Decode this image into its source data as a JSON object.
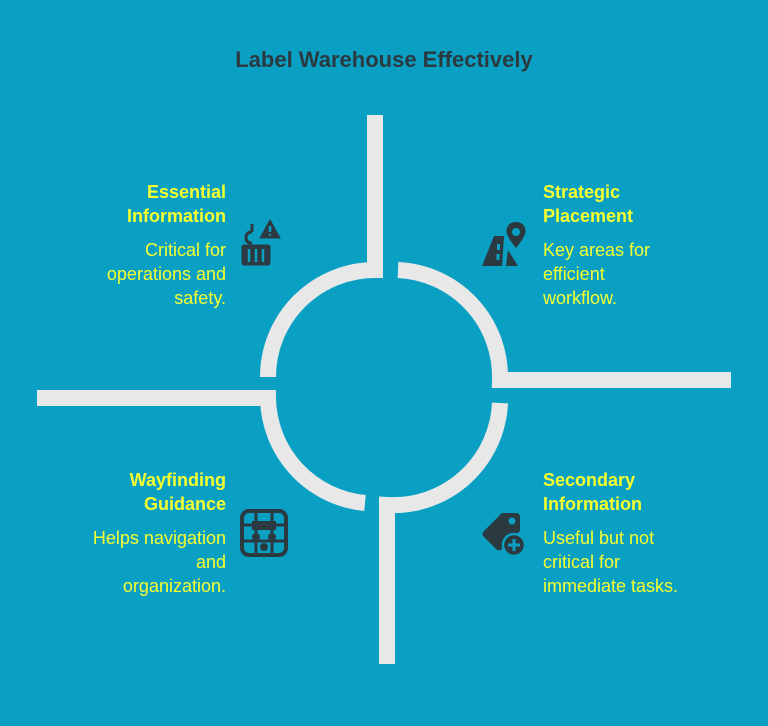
{
  "title": "Label Warehouse Effectively",
  "colors": {
    "background": "#0aa0c4",
    "frame": "#e8e8e8",
    "text": "#f7ff2e",
    "icon": "#2b3a40"
  },
  "quadrants": {
    "top_left": {
      "heading_line1": "Essential",
      "heading_line2": "Information",
      "desc_line1": "Critical for",
      "desc_line2": "operations and",
      "desc_line3": "safety.",
      "icon": "hazard-crane-icon"
    },
    "top_right": {
      "heading_line1": "Strategic",
      "heading_line2": "Placement",
      "desc_line1": "Key areas for",
      "desc_line2": "efficient",
      "desc_line3": "workflow.",
      "icon": "map-location-pin-icon"
    },
    "bottom_left": {
      "heading_line1": "Wayfinding",
      "heading_line2": "Guidance",
      "desc_line1": "Helps navigation",
      "desc_line2": "and",
      "desc_line3": "organization.",
      "icon": "floor-plan-grid-icon"
    },
    "bottom_right": {
      "heading_line1": "Secondary",
      "heading_line2": "Information",
      "desc_line1": "Useful but not",
      "desc_line2": "critical for",
      "desc_line3": "immediate tasks.",
      "icon": "tag-plus-icon"
    }
  }
}
